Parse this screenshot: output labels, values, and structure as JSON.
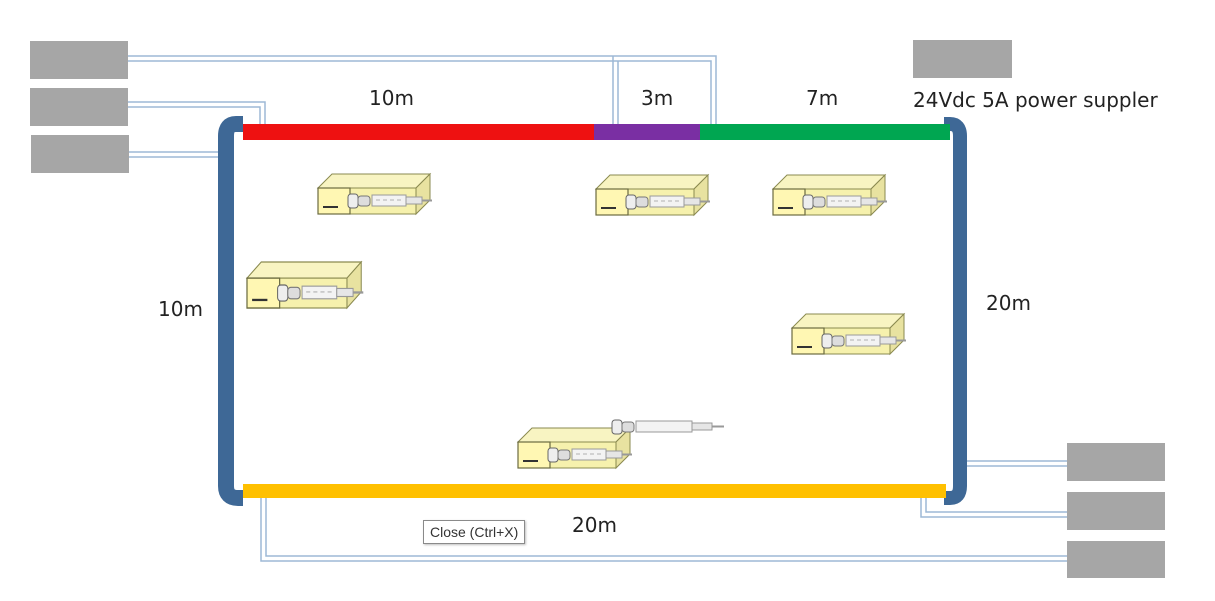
{
  "colors": {
    "frame_blue": "#3e6896",
    "top_red": "#ee1111",
    "top_purple": "#7a2fa3",
    "top_green": "#00a651",
    "bottom_yellow": "#ffc000",
    "supply_box": "#a6a6a6",
    "cable": "#9db9d6",
    "profile_face": "#fff7b3",
    "profile_body": "#f6f1ad",
    "profile_outline": "#8a8a50"
  },
  "labels": {
    "top_red_len": "10m",
    "top_purple_len": "3m",
    "top_green_len": "7m",
    "power": "24Vdc 5A power suppler",
    "left_len": "10m",
    "right_len": "20m",
    "bottom_len": "20m"
  },
  "tooltip": "Close (Ctrl+X)",
  "power_supplies": {
    "left_count": 3,
    "top_right_count": 1,
    "bottom_right_count": 3
  },
  "icons": [
    "led-neon-profile-icon"
  ]
}
